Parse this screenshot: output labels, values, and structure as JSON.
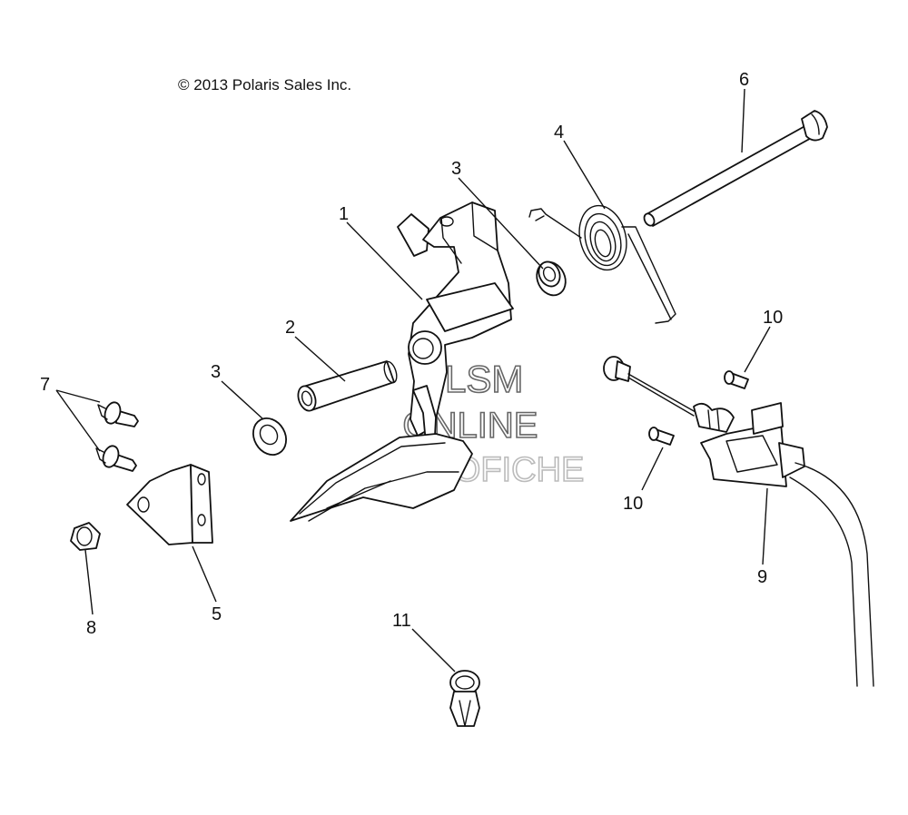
{
  "diagram": {
    "copyright": "© 2013 Polaris Sales Inc.",
    "watermark": {
      "line1": "HLSM",
      "line2": "ONLINE",
      "line3": "MICROFICHE"
    },
    "callouts": {
      "c1": "1",
      "c2": "2",
      "c3a": "3",
      "c3b": "3",
      "c4": "4",
      "c5": "5",
      "c6": "6",
      "c7": "7",
      "c8": "8",
      "c9": "9",
      "c10a": "10",
      "c10b": "10",
      "c11": "11"
    }
  }
}
